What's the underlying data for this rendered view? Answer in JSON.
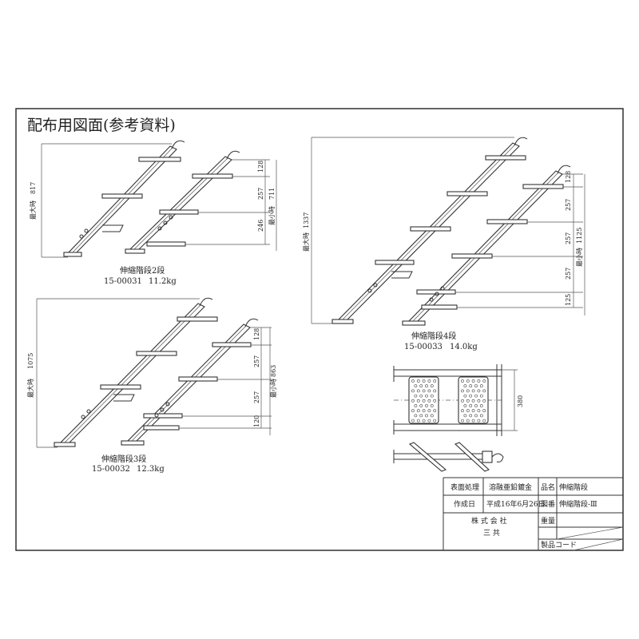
{
  "page": {
    "title": "配布用図面(参考資料)"
  },
  "stairs": [
    {
      "id": "two_step",
      "name": "伸縮階段2段",
      "code": "15-00031",
      "weight": "11.2kg",
      "max_label": "最大時",
      "max_value": "817",
      "min_label": "最小時",
      "min_value": "711",
      "spacing": [
        "128",
        "257",
        "246"
      ]
    },
    {
      "id": "three_step",
      "name": "伸縮階段3段",
      "code": "15-00032",
      "weight": "12.3kg",
      "max_label": "最大時",
      "max_value": "1075",
      "min_label": "最小時",
      "min_value": "863",
      "spacing": [
        "128",
        "257",
        "257",
        "120"
      ]
    },
    {
      "id": "four_step",
      "name": "伸縮階段4段",
      "code": "15-00033",
      "weight": "14.0kg",
      "max_label": "最大時",
      "max_value": "1337",
      "min_label": "最小時",
      "min_value": "1125",
      "spacing": [
        "128",
        "257",
        "257",
        "257",
        "125"
      ]
    }
  ],
  "plan_view": {
    "width_dim": "380"
  },
  "title_block": {
    "surface_label": "表面処理",
    "surface_value": "溶融亜鉛鍍金",
    "name_label": "品名",
    "name_value": "伸縮階段",
    "created_label": "作成日",
    "created_value": "平成16年6月26日",
    "drawing_label": "図番",
    "drawing_value": "伸縮階段-Ⅲ",
    "company_line1": "株 式 会 社",
    "company_line2": "三 共",
    "weight_label": "重量",
    "weight_value": "",
    "product_code_label": "製品コード",
    "product_code_value": ""
  }
}
